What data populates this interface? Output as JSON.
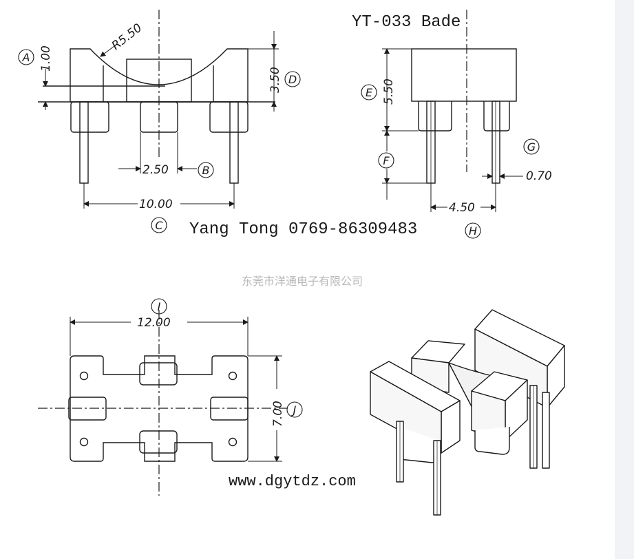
{
  "title": "YT-033 Bade",
  "contact": "Yang Tong 0769-86309483",
  "company": "东莞市洋通电子有限公司",
  "website": "www.dgytdz.com",
  "colors": {
    "line": "#1a1a1a",
    "text": "#1a1a1a",
    "watermark": "#b8b8b8",
    "side_strip": "#f1f3f7"
  },
  "dimensions": {
    "radius": "R5.50",
    "a": "1.00",
    "b": "2.50",
    "c": "10.00",
    "d": "3.50",
    "e": "5.50",
    "g": "0.70",
    "h": "4.50",
    "i": "12.00",
    "j": "7.00"
  },
  "markers": {
    "a": "A",
    "b": "B",
    "c": "C",
    "d": "D",
    "e": "E",
    "f": "F",
    "g": "G",
    "h": "H",
    "i": "I",
    "j": "J"
  }
}
